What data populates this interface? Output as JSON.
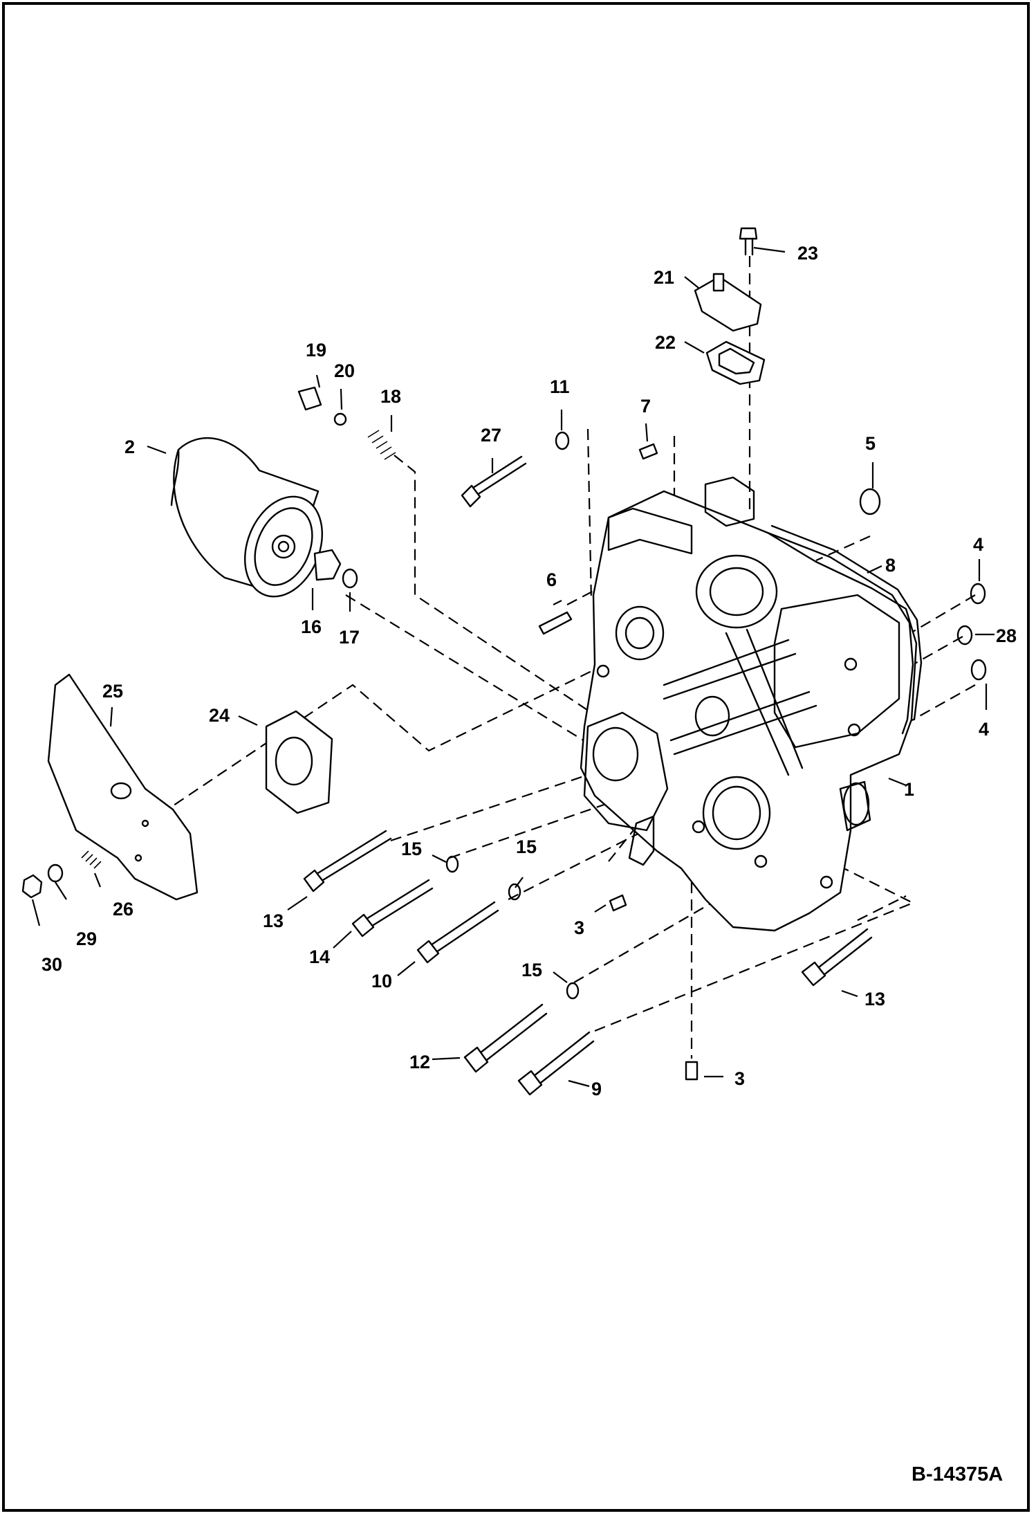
{
  "figure_ref": "B-14375A",
  "callouts": {
    "c1": "1",
    "c2": "2",
    "c3a": "3",
    "c3b": "3",
    "c4a": "4",
    "c4b": "4",
    "c5": "5",
    "c6": "6",
    "c7": "7",
    "c8": "8",
    "c9": "9",
    "c10": "10",
    "c11": "11",
    "c12": "12",
    "c13a": "13",
    "c13b": "13",
    "c14": "14",
    "c15a": "15",
    "c15b": "15",
    "c15c": "15",
    "c16": "16",
    "c17": "17",
    "c18": "18",
    "c19": "19",
    "c20": "20",
    "c21": "21",
    "c22": "22",
    "c23": "23",
    "c24": "24",
    "c25": "25",
    "c26": "26",
    "c27": "27",
    "c28": "28",
    "c29": "29",
    "c30": "30"
  }
}
